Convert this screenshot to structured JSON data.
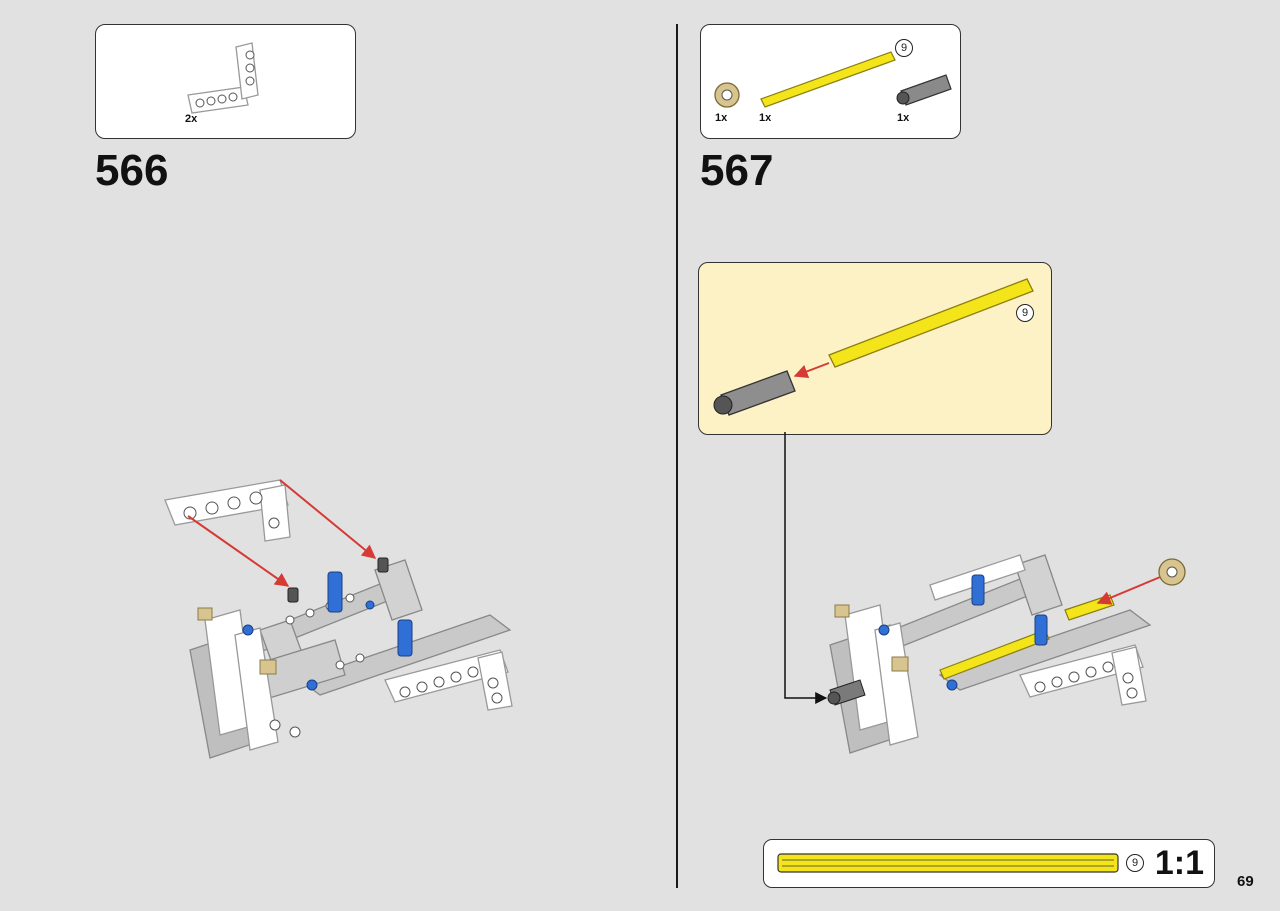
{
  "steps": [
    {
      "number": "566",
      "parts": [
        {
          "qty": "2x",
          "part": "white L-beam 3x5"
        }
      ]
    },
    {
      "number": "567",
      "parts": [
        {
          "qty": "1x",
          "part": "tan gear"
        },
        {
          "qty": "1x",
          "part": "yellow axle 9"
        },
        {
          "qty": "1x",
          "part": "dark grey axle connector"
        }
      ],
      "axle_length_label": "9"
    }
  ],
  "ruler": {
    "length_label": "9",
    "scale": "1:1",
    "axle_color": "#f4e41a"
  },
  "page_number": "69",
  "colors": {
    "background": "#e1e1e1",
    "callout_bg": "#fdf1c6",
    "arrow": "#d63a34",
    "frame_grey": "#bfbfbf",
    "pin_blue": "#2f6fd6",
    "axle_yellow": "#f4e41a",
    "tan": "#d8c48e"
  }
}
